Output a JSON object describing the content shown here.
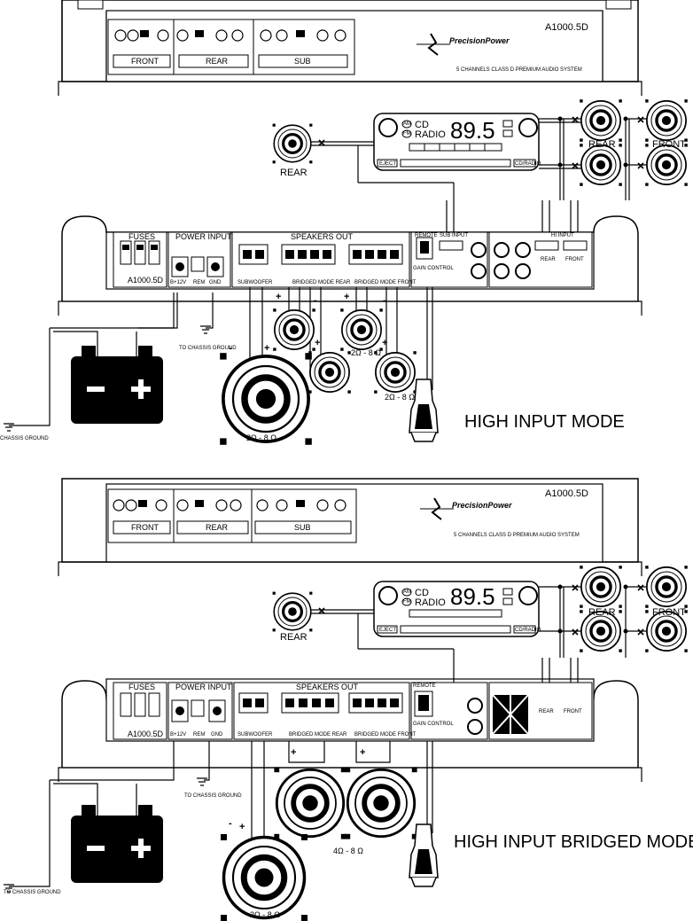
{
  "model": "A1000.5D",
  "brand": "PrecisionPower",
  "tagline": "5 CHANNELS CLASS D PREMIUM AUDIO SYSTEM",
  "panel_labels": {
    "front": "FRONT",
    "rear": "REAR",
    "sub": "SUB"
  },
  "sections": {
    "fuses": "FUSES",
    "power_input": "POWER INPUT",
    "speakers_out": "SPEAKERS OUT"
  },
  "power_terms": {
    "b12": "B+12V",
    "rem": "REM",
    "gnd": "GND"
  },
  "subwoofer": "SUBWOOFER",
  "bridged_rear": "BRIDGED MODE REAR",
  "bridged_front": "BRIDGED MODE FRONT",
  "remote": "REMOTE",
  "gain_control": "GAIN CONTROL",
  "input_labels": {
    "sub_input": "SUB INPUT",
    "hi_input": "HI INPUT",
    "rear_lo": "REAR",
    "front_lo": "FRONT"
  },
  "headunit": {
    "band_am": "AM",
    "band_fm": "FM",
    "cd": "CD",
    "radio": "RADIO",
    "freq": "89.5",
    "eject": "EJECT",
    "cd_radio": "CD/RADIO"
  },
  "speaker_labels": {
    "rear": "REAR",
    "front": "FRONT"
  },
  "impedance": {
    "two_to_eight": "2Ω - 8 Ω",
    "four_to_eight": "4Ω - 8 Ω"
  },
  "chassis_ground": "TO CHASSIS GROUND",
  "chassis_ground_left": "CHASSIS GROUND",
  "modes": {
    "high_input": "HIGH INPUT MODE",
    "high_input_bridged": "HIGH INPUT BRIDGED MODE"
  },
  "polarity": {
    "plus": "+",
    "minus": "-"
  }
}
